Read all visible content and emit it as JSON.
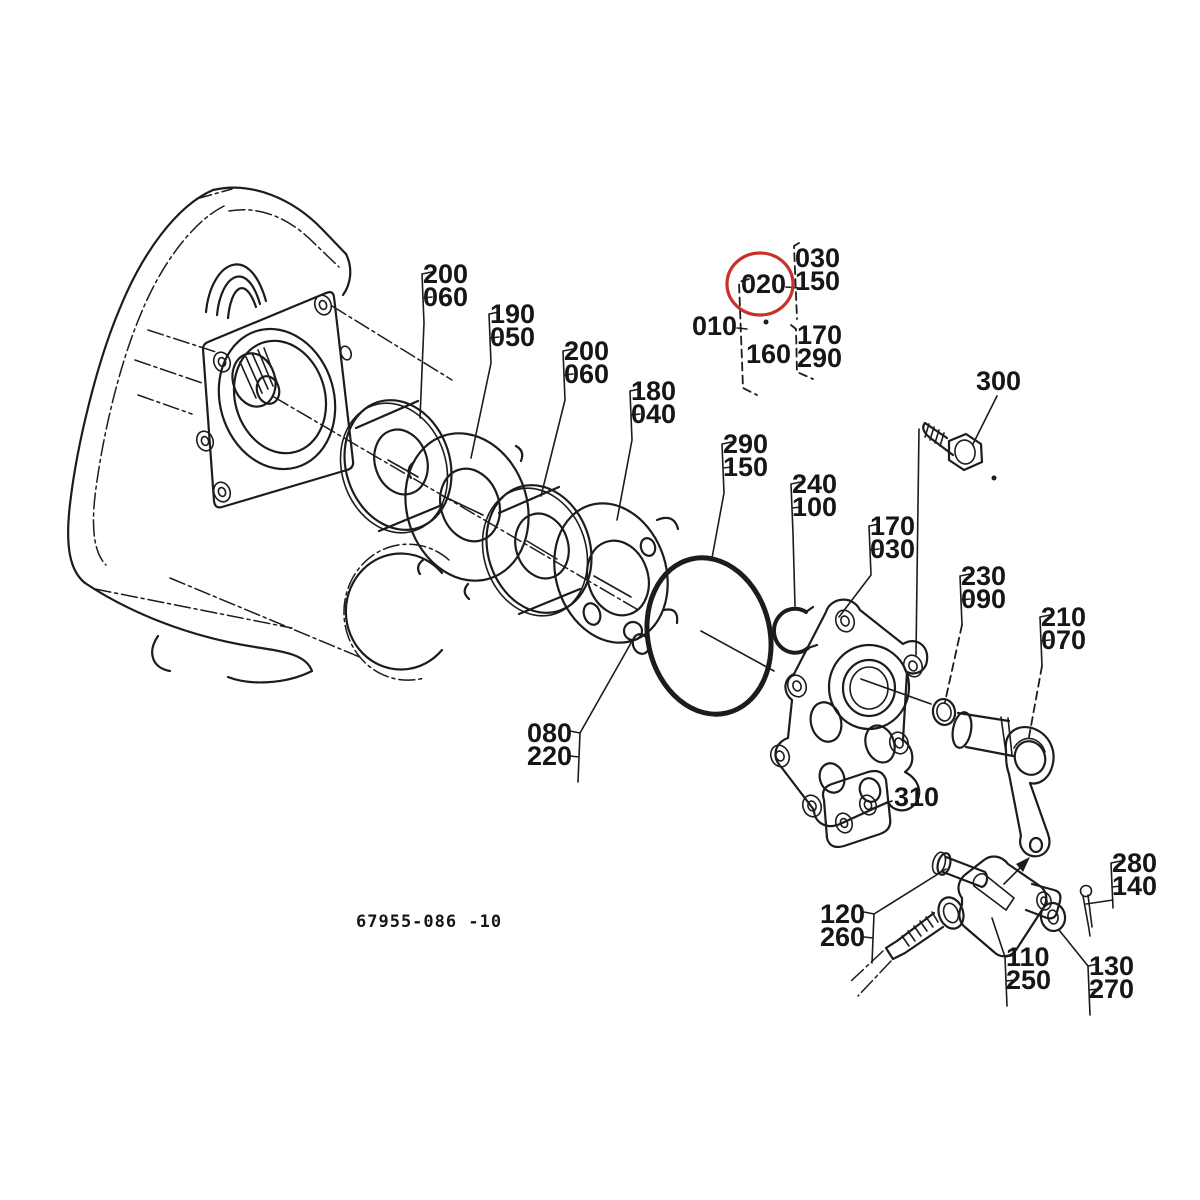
{
  "page": {
    "background": "#ffffff",
    "ink_color": "#1c1c1c",
    "highlight_color": "#c9312b"
  },
  "diagram": {
    "drawing_number": "67955-086 -10",
    "highlighted_part": "020",
    "labels": [
      {
        "line1": "200",
        "line2": "060"
      },
      {
        "line1": "190",
        "line2": "050"
      },
      {
        "line1": "200",
        "line2": "060"
      },
      {
        "line1": "180",
        "line2": "040"
      },
      {
        "line1": "030",
        "line2": "150"
      },
      {
        "line1": "020"
      },
      {
        "line1": "010"
      },
      {
        "line1": "160"
      },
      {
        "line1": "170",
        "line2": "290"
      },
      {
        "line1": "290",
        "line2": "150"
      },
      {
        "line1": "240",
        "line2": "100"
      },
      {
        "line1": "170",
        "line2": "030"
      },
      {
        "line1": "300"
      },
      {
        "line1": "230",
        "line2": "090"
      },
      {
        "line1": "210",
        "line2": "070"
      },
      {
        "line1": "080",
        "line2": "220"
      },
      {
        "line1": "310"
      },
      {
        "line1": "280",
        "line2": "140"
      },
      {
        "line1": "120",
        "line2": "260"
      },
      {
        "line1": "110",
        "line2": "250"
      },
      {
        "line1": "130",
        "line2": "270"
      }
    ]
  }
}
